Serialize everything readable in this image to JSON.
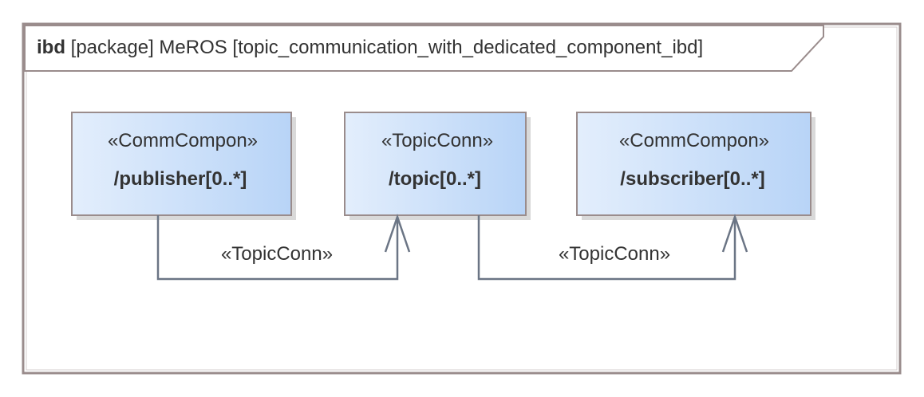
{
  "frame": {
    "kind": "ibd",
    "rest": " [package] MeROS [topic_communication_with_dedicated_component_ibd]"
  },
  "parts": [
    {
      "stereotype": "«CommCompon»",
      "name": "/publisher[0..*]"
    },
    {
      "stereotype": "«TopicConn»",
      "name": "/topic[0..*]"
    },
    {
      "stereotype": "«CommCompon»",
      "name": "/subscriber[0..*]"
    }
  ],
  "connectors": [
    {
      "label": "«TopicConn»"
    },
    {
      "label": "«TopicConn»"
    }
  ],
  "colors": {
    "part_fill_light": "#e3eefc",
    "part_fill_dark": "#b8d4f7",
    "border": "#9a8c8c",
    "connector": "#6b7585"
  }
}
